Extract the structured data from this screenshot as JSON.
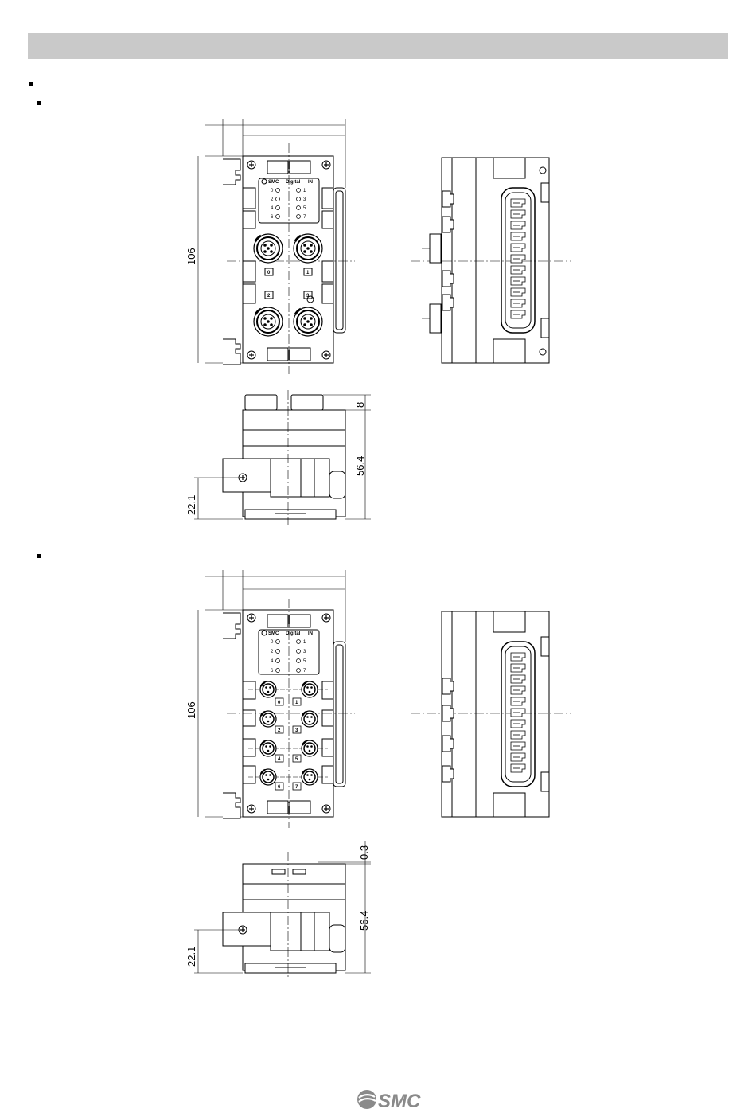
{
  "dims": {
    "height": "106",
    "top_proj_a": "8",
    "top_proj_b": "0.3",
    "depth": "56.4",
    "rail_height": "22.1"
  },
  "panel": {
    "brand": "SMC",
    "type": "Digital",
    "io": "IN",
    "leds_left": [
      "0",
      "2",
      "4",
      "6"
    ],
    "leds_right": [
      "1",
      "3",
      "5",
      "7"
    ]
  },
  "m12_ports": [
    "0",
    "1",
    "2",
    "3"
  ],
  "m8_ports": [
    "0",
    "1",
    "2",
    "3",
    "4",
    "5",
    "6",
    "7"
  ],
  "footer": {
    "logo": "SMC"
  }
}
